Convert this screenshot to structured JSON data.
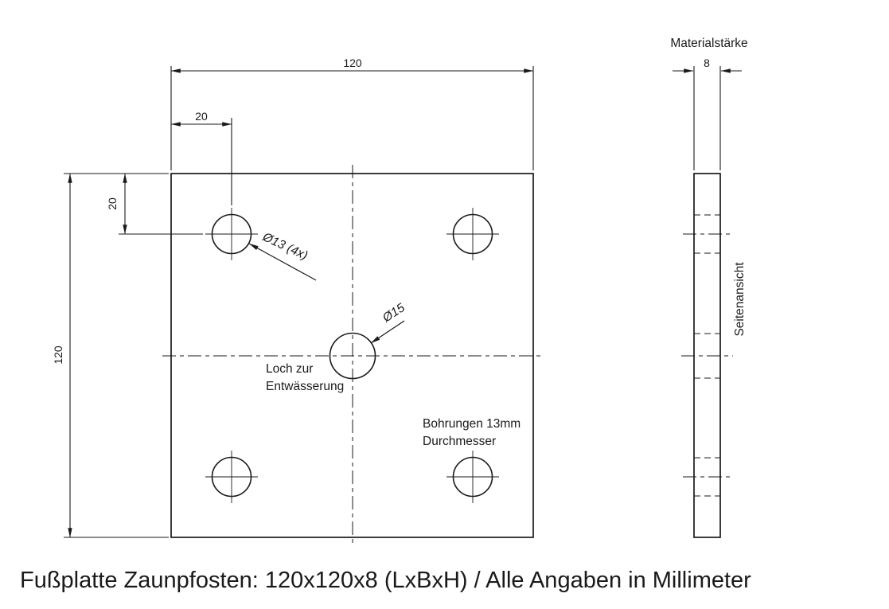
{
  "caption": "Fußplatte Zaunpfosten: 120x120x8 (LxBxH) / Alle Angaben in Millimeter",
  "front_view": {
    "dim_width": "120",
    "dim_height": "120",
    "dim_offset_x": "20",
    "dim_offset_y": "20",
    "bolt_hole_label": "Ø13 (4x)",
    "drain_hole_label": "Ø15",
    "drain_note_line1": "Loch zur",
    "drain_note_line2": "Entwässerung",
    "bolt_note_line1": "Bohrungen 13mm",
    "bolt_note_line2": "Durchmesser"
  },
  "side_view": {
    "title": "Materialstärke",
    "thickness": "8",
    "view_label": "Seitenansicht"
  }
}
